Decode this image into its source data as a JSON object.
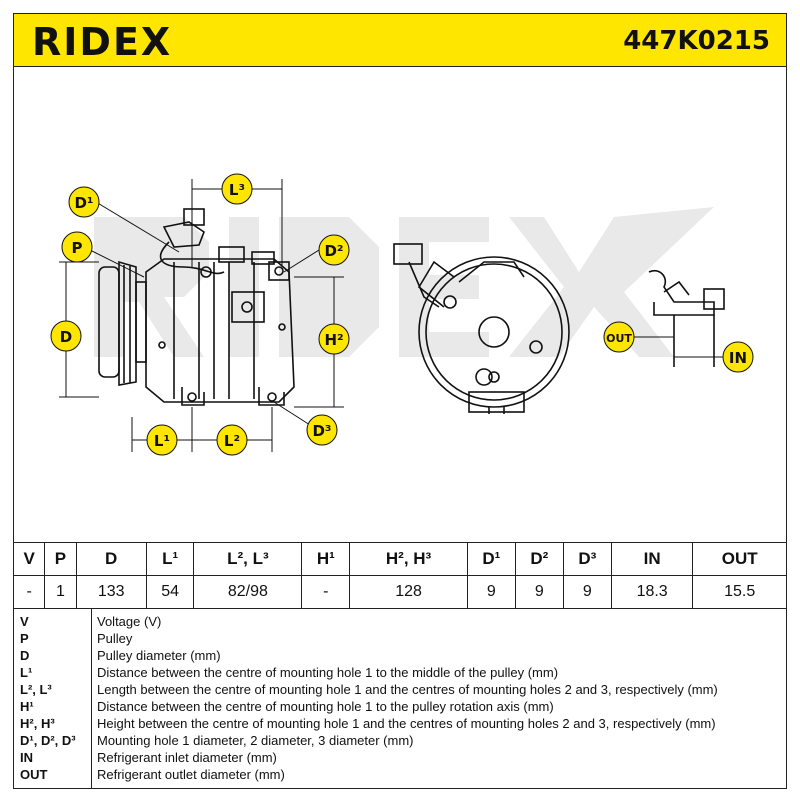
{
  "header": {
    "brand": "RIDEX",
    "part_number": "447K0215"
  },
  "labels": {
    "d1": "D¹",
    "p": "P",
    "d": "D",
    "l3": "L³",
    "d2": "D²",
    "h2": "H²",
    "l1": "L¹",
    "l2": "L²",
    "d3": "D³",
    "out": "OUT",
    "in": "IN"
  },
  "specs": {
    "headers": [
      "V",
      "P",
      "D",
      "L¹",
      "L², L³",
      "H¹",
      "H², H³",
      "D¹",
      "D²",
      "D³",
      "IN",
      "OUT"
    ],
    "values": [
      "-",
      "1",
      "133",
      "54",
      "82/98",
      "-",
      "128",
      "9",
      "9",
      "9",
      "18.3",
      "15.5"
    ]
  },
  "legend": [
    {
      "key": "V",
      "text": "Voltage (V)"
    },
    {
      "key": "P",
      "text": "Pulley"
    },
    {
      "key": "D",
      "text": "Pulley diameter (mm)"
    },
    {
      "key": "L¹",
      "text": "Distance between the centre of mounting hole 1 to the middle of the pulley (mm)"
    },
    {
      "key": "L², L³",
      "text": "Length between the centre of mounting hole 1 and the centres of mounting holes 2 and 3, respectively (mm)"
    },
    {
      "key": "H¹",
      "text": "Distance between the centre of mounting hole 1 to the pulley rotation axis (mm)"
    },
    {
      "key": "H², H³",
      "text": "Height between the centre of mounting hole 1 and the centres of mounting holes 2 and 3, respectively (mm)"
    },
    {
      "key": "D¹, D², D³",
      "text": "Mounting hole 1 diameter, 2 diameter, 3 diameter (mm)"
    },
    {
      "key": "IN",
      "text": "Refrigerant inlet diameter (mm)"
    },
    {
      "key": "OUT",
      "text": "Refrigerant outlet diameter (mm)"
    }
  ],
  "colors": {
    "accent": "#ffe600",
    "ink": "#111111",
    "watermark": "#e6e6e6"
  }
}
